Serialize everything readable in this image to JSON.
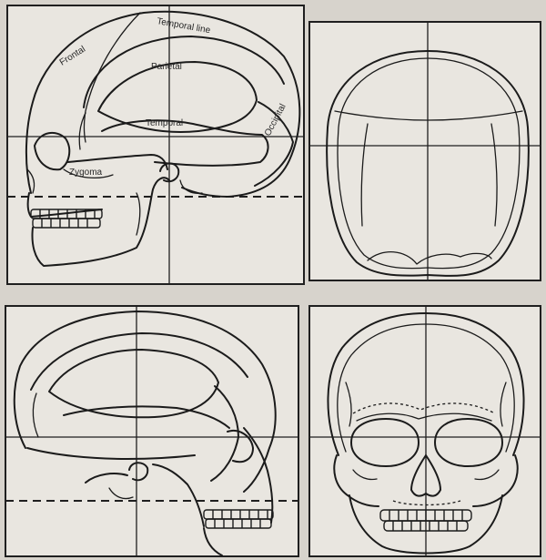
{
  "figure": {
    "panels": [
      {
        "id": "side-view-labeled"
      },
      {
        "id": "top-view"
      },
      {
        "id": "side-view-unlabeled"
      },
      {
        "id": "front-view"
      }
    ],
    "labels": {
      "temporal_line": "Temporal line",
      "frontal": "Frontal",
      "parietal": "Parietal",
      "temporal": "Temporal",
      "occipital": "Occipital",
      "zygoma": "Zygoma"
    }
  }
}
